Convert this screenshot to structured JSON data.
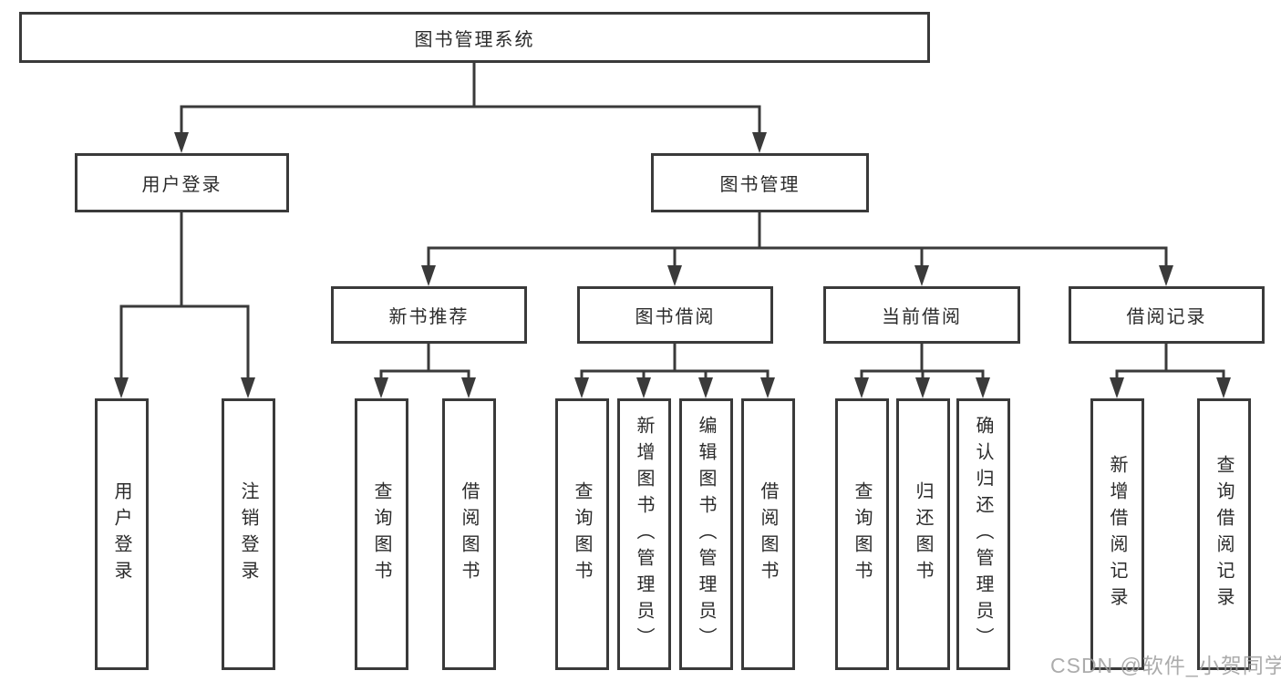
{
  "diagram": {
    "type": "hierarchy-tree",
    "title": "图书管理系统"
  },
  "nodes": {
    "root": {
      "label": "图书管理系统"
    },
    "user_login": {
      "label": "用户登录"
    },
    "book_mgmt": {
      "label": "图书管理"
    },
    "new_book_rec": {
      "label": "新书推荐"
    },
    "book_borrow": {
      "label": "图书借阅"
    },
    "current_borrow": {
      "label": "当前借阅"
    },
    "borrow_records": {
      "label": "借阅记录"
    },
    "leaf_user_login": {
      "label": "用户登录"
    },
    "leaf_logout": {
      "label": "注销登录"
    },
    "leaf_rec_query": {
      "label": "查询图书"
    },
    "leaf_rec_borrow": {
      "label": "借阅图书"
    },
    "leaf_bb_query": {
      "label": "查询图书"
    },
    "leaf_bb_add": {
      "label": "新增图书（管理员）"
    },
    "leaf_bb_edit": {
      "label": "编辑图书（管理员）"
    },
    "leaf_bb_borrow": {
      "label": "借阅图书"
    },
    "leaf_cb_query": {
      "label": "查询图书"
    },
    "leaf_cb_return": {
      "label": "归还图书"
    },
    "leaf_cb_confirm": {
      "label": "确认归还（管理员）"
    },
    "leaf_br_add": {
      "label": "新增借阅记录"
    },
    "leaf_br_query": {
      "label": "查询借阅记录"
    }
  },
  "structure": {
    "图书管理系统": {
      "用户登录": [
        "用户登录",
        "注销登录"
      ],
      "图书管理": {
        "新书推荐": [
          "查询图书",
          "借阅图书"
        ],
        "图书借阅": [
          "查询图书",
          "新增图书（管理员）",
          "编辑图书（管理员）",
          "借阅图书"
        ],
        "当前借阅": [
          "查询图书",
          "归还图书",
          "确认归还（管理员）"
        ],
        "借阅记录": [
          "新增借阅记录",
          "查询借阅记录"
        ]
      }
    }
  },
  "watermark": {
    "text": "CSDN @软件_小贺同学",
    "color": "#9e9e9e"
  },
  "colors": {
    "line": "#3a3a3a",
    "box_border": "#3a3a3a",
    "text": "#2b2b2b",
    "background": "#ffffff"
  }
}
